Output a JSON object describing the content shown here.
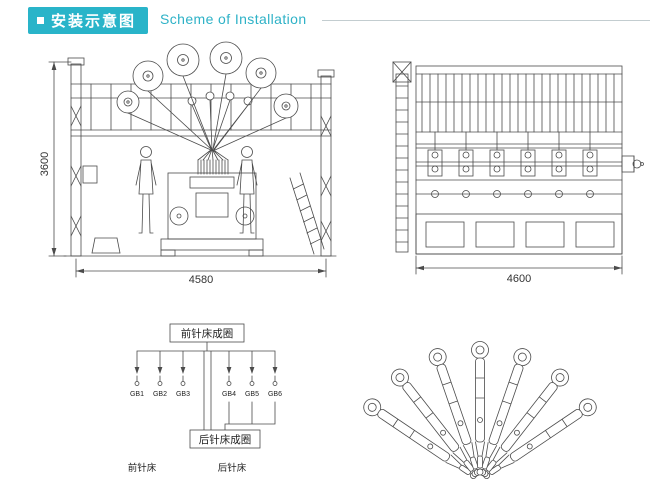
{
  "header": {
    "title_cn": "安装示意图",
    "title_en": "Scheme of Installation",
    "accent_color": "#29b4c9"
  },
  "front_view": {
    "height_dim": "3600",
    "width_dim": "4580"
  },
  "side_view": {
    "width_dim": "4600"
  },
  "threading": {
    "front_loop_label": "前针床成圈",
    "back_loop_label": "后针床成圈",
    "front_bed_label": "前针床",
    "back_bed_label": "后针床",
    "guide_bars": [
      "GB1",
      "GB2",
      "GB3",
      "GB4",
      "GB5",
      "GB6"
    ]
  }
}
